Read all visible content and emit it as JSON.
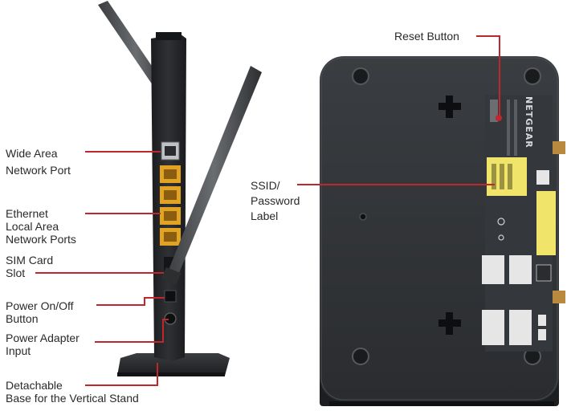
{
  "labels": {
    "wan_port": [
      "Wide Area",
      "Network Port"
    ],
    "ethernet_ports": [
      "Ethernet",
      "Local Area",
      "Network Ports"
    ],
    "sim_slot": [
      "SIM Card",
      "Slot"
    ],
    "power_button": [
      "Power On/Off",
      "Button"
    ],
    "power_input": [
      "Power Adapter",
      "Input"
    ],
    "stand_base": [
      "Detachable",
      "Base for the Vertical Stand"
    ],
    "reset_button": "Reset Button",
    "ssid_label": [
      "SSID/",
      "Password",
      "Label"
    ]
  },
  "device": {
    "brand_text": "NETGEAR"
  },
  "colors": {
    "leader_line": "#c0272d",
    "device_body": "#2b2d30",
    "ethernet_port": "#e3a322",
    "sticker_yellow": "#f0e46a",
    "label_text": "#2a2a2a"
  }
}
